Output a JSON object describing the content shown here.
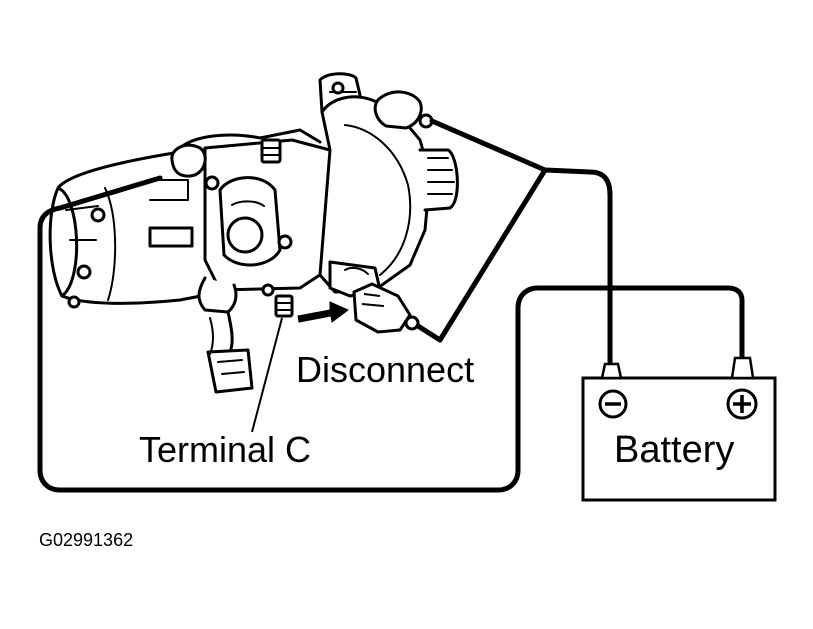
{
  "labels": {
    "disconnect": "Disconnect",
    "terminal": "Terminal C",
    "battery": "Battery",
    "figure_id": "G02991362"
  },
  "battery": {
    "negative_symbol": "−",
    "positive_symbol": "+"
  },
  "colors": {
    "ink": "#000000",
    "paper": "#ffffff"
  }
}
